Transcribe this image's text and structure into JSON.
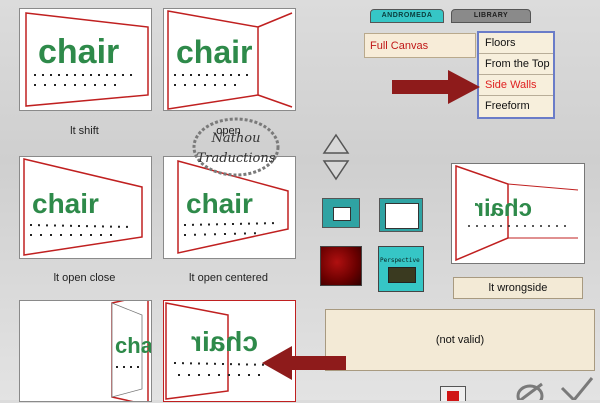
{
  "tabs": [
    {
      "label": "ANDROMEDA",
      "active": true
    },
    {
      "label": "LIBRARY",
      "active": false
    }
  ],
  "canvas_mode": {
    "label": "Full Canvas"
  },
  "mode_dropdown": {
    "items": [
      "Floors",
      "From the Top",
      "Side Walls",
      "Freeform"
    ],
    "selected": "Side Walls"
  },
  "presets": [
    {
      "caption": "lt shift"
    },
    {
      "caption": "open"
    },
    {
      "caption": "lt open close"
    },
    {
      "caption": "lt open centered"
    },
    {
      "caption": ""
    },
    {
      "caption": ""
    }
  ],
  "thumbnail_text": "chair",
  "watermark": {
    "line1": "Nathou",
    "line2": "Traductions"
  },
  "preview": {
    "label": "lt wrongside"
  },
  "status": {
    "text": "(not valid)"
  },
  "effect_buttons": {
    "perspective_label": "Perspective"
  },
  "colors": {
    "accent_teal": "#36c6c6",
    "selection_red": "#e02020",
    "arrow_red": "#8e1b1b",
    "chair_green": "#2e8a4a"
  }
}
